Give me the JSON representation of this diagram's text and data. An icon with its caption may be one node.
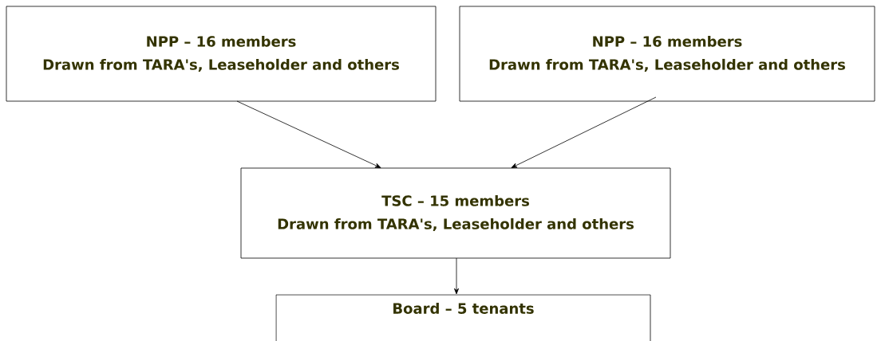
{
  "diagram": {
    "nodes": [
      {
        "text": [
          "NPP – 16 members",
          "Drawn from TARA's, Leaseholder and others"
        ]
      },
      {
        "text": [
          "NPP – 16 members",
          "Drawn from TARA's, Leaseholder and others"
        ]
      },
      {
        "text": [
          "TSC – 15 members",
          "Drawn from TARA's, Leaseholder and others"
        ]
      },
      {
        "text": [
          "Board – 5 tenants"
        ]
      }
    ],
    "edges": [
      {
        "from": 0,
        "to": 2,
        "arrow": "to"
      },
      {
        "from": 1,
        "to": 2,
        "arrow": "to"
      },
      {
        "from": 2,
        "to": 3,
        "arrow": "to"
      }
    ]
  }
}
